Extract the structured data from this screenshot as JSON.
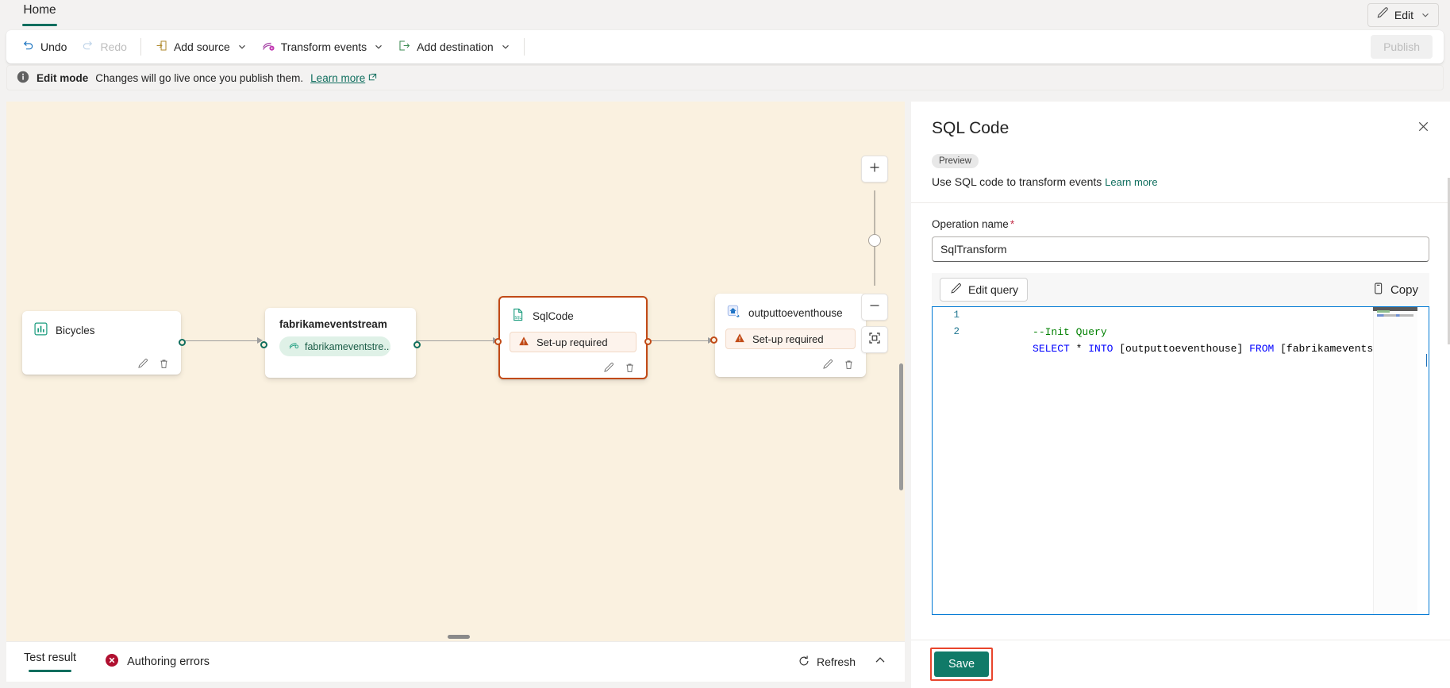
{
  "topbar": {
    "home_tab": "Home",
    "edit_button": "Edit",
    "edit_icon": "pencil-icon",
    "chevron_icon": "chevron-down-icon"
  },
  "ribbon": {
    "undo": "Undo",
    "redo": "Redo",
    "add_source": "Add source",
    "transform_events": "Transform events",
    "add_destination": "Add destination",
    "publish": "Publish"
  },
  "notice": {
    "icon": "info-icon",
    "title": "Edit mode",
    "message": "Changes will go live once you publish them.",
    "link": "Learn more",
    "link_icon": "external-link-icon"
  },
  "canvas": {
    "background_color": "#faf1e0",
    "nodes": [
      {
        "name": "Bicycles",
        "icon": "chart-table-icon",
        "type": "source",
        "status": null,
        "bold": false
      },
      {
        "name": "fabrikameventstream",
        "icon": "eventstream-icon",
        "type": "stream",
        "pill": "fabrikameventstre...",
        "pill_icon": "eventstream-icon",
        "bold": true
      },
      {
        "name": "SqlCode",
        "icon": "sql-file-icon",
        "type": "transform",
        "status": "Set-up required",
        "status_icon": "warning-icon",
        "selected": true,
        "bold": false
      },
      {
        "name": "outputtoeventhouse",
        "icon": "eventhouse-icon",
        "type": "destination",
        "status": "Set-up required",
        "status_icon": "warning-icon",
        "bold": false
      }
    ],
    "node_actions": {
      "edit_icon": "pencil-icon",
      "delete_icon": "trash-icon"
    },
    "zoom_controls": {
      "zoom_in_icon": "plus-icon",
      "zoom_out_icon": "minus-icon",
      "fit_icon": "fit-to-screen-icon"
    }
  },
  "bottombar": {
    "tab_test_result": "Test result",
    "errors_label": "Authoring errors",
    "errors_icon": "error-circle-icon",
    "refresh": "Refresh",
    "refresh_icon": "refresh-icon",
    "collapse_icon": "chevron-up-icon"
  },
  "panel": {
    "title": "SQL Code",
    "close_icon": "close-icon",
    "preview_badge": "Preview",
    "description": "Use SQL code to transform events",
    "description_link": "Learn more",
    "operation_name_label": "Operation name",
    "operation_name_value": "SqlTransform",
    "edit_query_button": "Edit query",
    "edit_query_icon": "pencil-icon",
    "copy_button": "Copy",
    "copy_icon": "copy-icon",
    "save_button": "Save",
    "save_color": "#107a68",
    "highlight_color": "#e8452c",
    "code": {
      "lines": [
        {
          "no": "1",
          "tokens": [
            {
              "t": "--Init Query",
              "c": "comment"
            }
          ]
        },
        {
          "no": "2",
          "tokens": [
            {
              "t": "SELECT",
              "c": "kw"
            },
            {
              "t": " * ",
              "c": "plain"
            },
            {
              "t": "INTO",
              "c": "kw"
            },
            {
              "t": " [outputtoeventhouse] ",
              "c": "plain"
            },
            {
              "t": "FROM",
              "c": "kw"
            },
            {
              "t": " [fabrikameventstr",
              "c": "plain"
            }
          ]
        }
      ]
    }
  }
}
